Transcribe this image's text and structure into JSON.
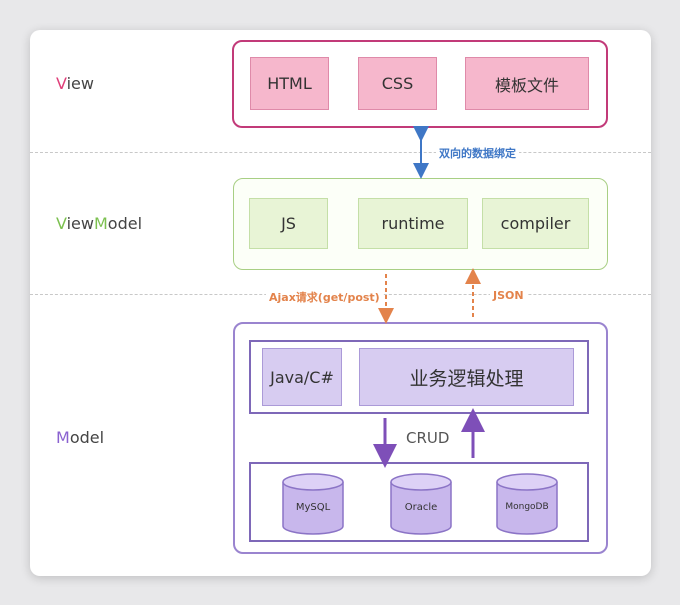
{
  "layers": {
    "view": {
      "accent": "V",
      "rest": "iew"
    },
    "viewmodel": {
      "p1": "V",
      "p2": "iew",
      "p3": "M",
      "p4": "odel"
    },
    "model": {
      "accent": "M",
      "rest": "odel"
    }
  },
  "view_boxes": [
    "HTML",
    "CSS",
    "模板文件"
  ],
  "viewmodel_boxes": [
    "JS",
    "runtime",
    "compiler"
  ],
  "model": {
    "lang": "Java/C#",
    "logic": "业务逻辑处理",
    "crud": "CRUD",
    "databases": [
      "MySQL",
      "Oracle",
      "MongoDB"
    ]
  },
  "connectors": {
    "binding": "双向的数据绑定",
    "ajax": "Ajax请求(get/post)",
    "json": "JSON"
  },
  "colors": {
    "view": "#c23a79",
    "viewmodel": "#a8cf84",
    "model": "#9a84cf",
    "binding_arrow": "#3f77c6",
    "ajax_arrow": "#e3834b"
  }
}
